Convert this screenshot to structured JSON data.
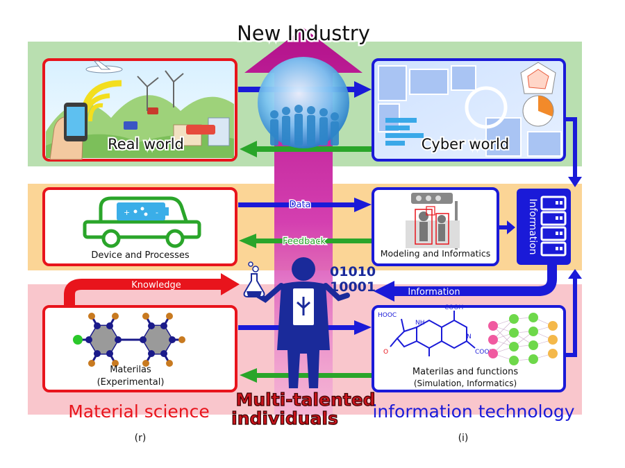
{
  "title": "New Industry",
  "panels": {
    "real_world": "Real world",
    "cyber_world": "Cyber world",
    "device": "Device and Processes",
    "modeling": "Modeling and Informatics",
    "materials_exp_line1": "Materilas",
    "materials_exp_line2": "(Experimental)",
    "materials_sim_line1": "Materilas and functions",
    "materials_sim_line2": "(Simulation, Informatics)"
  },
  "arrows": {
    "data": "Data",
    "feedback": "Feedback",
    "knowledge": "Knowledge",
    "information": "Information"
  },
  "side_label": "Information",
  "binary": [
    "01010",
    "10001"
  ],
  "center_label_line1": "Multi-talented",
  "center_label_line2": "individuals",
  "fields": {
    "left": "Material science",
    "right": "information technology"
  },
  "sub_labels": {
    "left": "(r)",
    "right": "(i)"
  },
  "chem": {
    "cooh_1": "COOH",
    "cooh_2": "COOH",
    "hooc": "HOOC",
    "nh": "NH",
    "n": "N",
    "o": "O"
  },
  "colors": {
    "red": "#e8141c",
    "blue": "#1a1ad8",
    "green": "#2aa52a",
    "magenta": "#d0108e"
  }
}
